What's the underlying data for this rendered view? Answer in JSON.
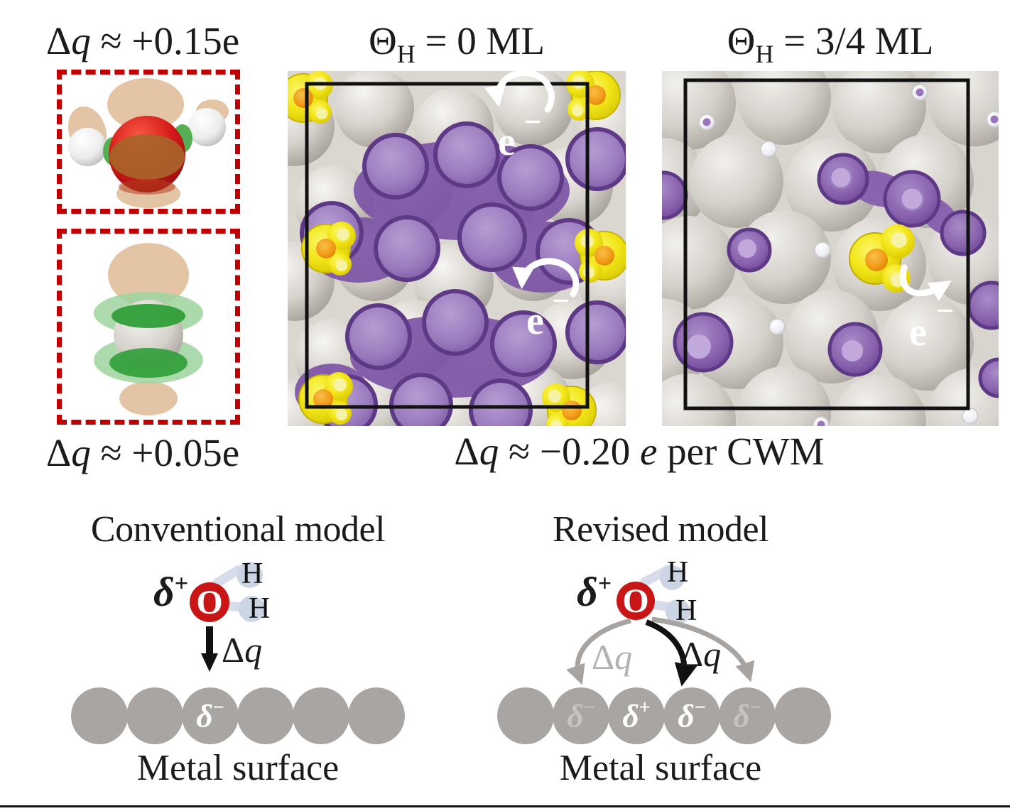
{
  "colors": {
    "dashed_box_red": "#c00000",
    "oxygen_red": "#c81616",
    "metal_atom_gray": "#a9a5a2",
    "faded_label_gray": "#c6c3c0",
    "arrow_gray": "#a6a3a0",
    "purple_isosurface": "#9678b8",
    "purple_rim": "#5e3a86",
    "yellow_isosurface": "#f2e619",
    "orange_core": "#f29c18",
    "sphere_gray": "#d5d1cb",
    "bond_blue_gray": "#d6dce9",
    "tan_isosurface": "#e3c5a5",
    "green_isosurface": "#2f9e38"
  },
  "isolated_labels": {
    "dq_top": {
      "delta": "Δ",
      "q": "q",
      "rest": " ≈ +0.15e"
    },
    "dq_bottom": {
      "delta": "Δ",
      "q": "q",
      "rest": " ≈ +0.05e"
    }
  },
  "panels": {
    "middle": {
      "title": {
        "theta": "Θ",
        "sub": "H",
        "rest": " = 0 ML"
      }
    },
    "right": {
      "title": {
        "theta": "Θ",
        "sub": "H",
        "rest": " = 3/4 ML"
      }
    },
    "electron": {
      "base": "e",
      "sup": "−"
    },
    "caption": {
      "delta": "Δ",
      "q": "q",
      "approx": " ≈ −0.20 ",
      "e": "e",
      "rest": " per CWM"
    }
  },
  "models": {
    "surface_label": "Metal surface",
    "conventional": {
      "title": "Conventional model",
      "delta_plus": {
        "sym": "δ",
        "sign": "+"
      },
      "oxygen": "O",
      "h_top": "H",
      "h_bottom": "H",
      "arrow_label": {
        "delta": "Δ",
        "q": "q"
      },
      "atoms": [
        {
          "sym": "",
          "sign": ""
        },
        {
          "sym": "",
          "sign": ""
        },
        {
          "sym": "δ",
          "sign": "−"
        },
        {
          "sym": "",
          "sign": ""
        },
        {
          "sym": "",
          "sign": ""
        },
        {
          "sym": "",
          "sign": ""
        }
      ]
    },
    "revised": {
      "title": "Revised model",
      "delta_plus": {
        "sym": "δ",
        "sign": "+"
      },
      "oxygen": "O",
      "h_top": "H",
      "h_bottom": "H",
      "arrow_label_left": {
        "delta": "Δ",
        "q": "q"
      },
      "arrow_label_right": {
        "delta": "Δ",
        "q": "q"
      },
      "atoms": [
        {
          "sym": "",
          "sign": ""
        },
        {
          "sym": "δ",
          "sign": "−"
        },
        {
          "sym": "δ",
          "sign": "+"
        },
        {
          "sym": "δ",
          "sign": "−"
        },
        {
          "sym": "δ",
          "sign": "−"
        },
        {
          "sym": "",
          "sign": ""
        }
      ]
    }
  }
}
